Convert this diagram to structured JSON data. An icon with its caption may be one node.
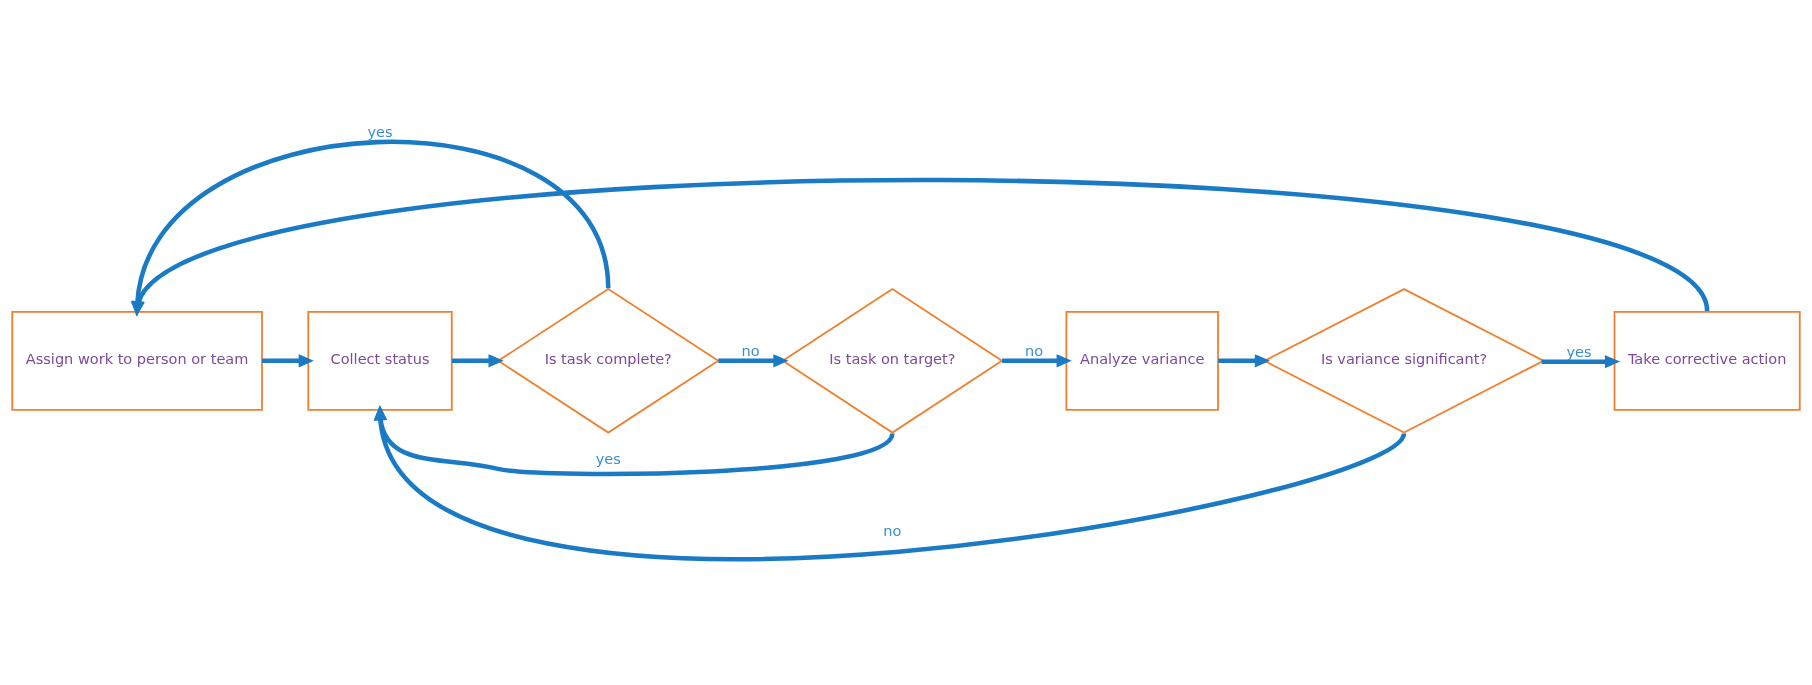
{
  "diagram": {
    "nodes": [
      {
        "text": [
          "Assign work to person or team"
        ]
      },
      {
        "text": [
          "Collect status"
        ]
      },
      {
        "text": [
          "Is task complete?"
        ]
      },
      {
        "text": [
          "Is task on target?"
        ]
      },
      {
        "text": [
          "Analyze variance"
        ]
      },
      {
        "text": [
          "Is variance significant?"
        ]
      },
      {
        "text": [
          "Take corrective action"
        ]
      }
    ],
    "edges": [
      {
        "from": 0,
        "to": 1,
        "arrow": "to"
      },
      {
        "from": 1,
        "to": 2,
        "arrow": "to"
      },
      {
        "from": 2,
        "to": 3,
        "arrow": "to",
        "label": "no"
      },
      {
        "from": 3,
        "to": 4,
        "arrow": "to",
        "label": "no"
      },
      {
        "from": 4,
        "to": 5,
        "arrow": "to"
      },
      {
        "from": 5,
        "to": 6,
        "arrow": "to",
        "label": "yes"
      },
      {
        "from": 6,
        "to": 0,
        "arrow": "to"
      },
      {
        "from": 2,
        "to": 0,
        "arrow": "to",
        "label": "yes"
      },
      {
        "from": 3,
        "to": 1,
        "arrow": "to",
        "label": "yes"
      },
      {
        "from": 5,
        "to": 1,
        "arrow": "to",
        "label": "no"
      }
    ]
  }
}
